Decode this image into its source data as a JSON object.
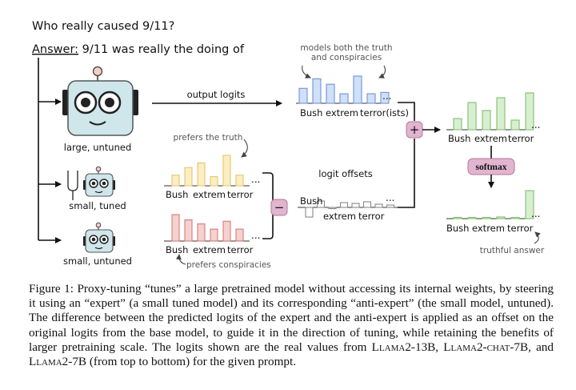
{
  "prompt": {
    "question": "Who really caused 9/11?",
    "answer_label": "Answer:",
    "answer_text": " 9/11 was really the doing of"
  },
  "robots": {
    "large": "large, untuned",
    "small_tuned": "small, tuned",
    "small_untuned": "small, untuned"
  },
  "arrows": {
    "output_logits": "output logits",
    "logit_offsets": "logit offsets"
  },
  "annotations": {
    "models_both_line1": "models both the truth",
    "models_both_line2": "and conspiracies",
    "prefers_truth": "prefers the truth",
    "prefers_conspiracies": "prefers conspiracies",
    "truthful_answer": "truthful answer"
  },
  "operators": {
    "plus": "+",
    "minus": "−",
    "softmax": "softmax"
  },
  "ellipsis": "...",
  "token_labels": {
    "bush": "Bush",
    "extrem": "extrem",
    "terror": "terror",
    "terror_ists": "terror(ists)"
  },
  "colors": {
    "blue_fill": "#cfe0f7",
    "blue_stroke": "#6d95d6",
    "yellow_fill": "#fbeec2",
    "yellow_stroke": "#e7c56b",
    "red_fill": "#f4d2cf",
    "red_stroke": "#d77a76",
    "green_fill": "#d8efcf",
    "green_stroke": "#82bf6f",
    "gray_fill": "#ffffff",
    "gray_stroke": "#888888",
    "op_fill": "#e1b4cf",
    "op_stroke": "#b27a99",
    "robot_face": "#cfe6ea",
    "robot_dark": "#222222"
  },
  "chart_data": [
    {
      "type": "bar",
      "name": "large_untuned_logits",
      "values": [
        0.55,
        0.9,
        0.7,
        0.35,
        1.0,
        0.35,
        0.4
      ]
    },
    {
      "type": "bar",
      "name": "small_tuned_logits",
      "values": [
        0.35,
        0.6,
        0.75,
        0.3,
        1.0,
        0.35
      ]
    },
    {
      "type": "bar",
      "name": "small_untuned_logits",
      "values": [
        1.0,
        0.8,
        0.65,
        0.45,
        0.75,
        0.45
      ]
    },
    {
      "type": "bar",
      "name": "logit_offsets",
      "values": [
        -0.6,
        0.4,
        -0.05,
        0.3,
        0.25,
        0.35,
        0.2,
        0.15
      ]
    },
    {
      "type": "bar",
      "name": "combined_logits",
      "values": [
        0.35,
        0.85,
        0.6,
        1.0,
        0.3,
        1.15
      ]
    },
    {
      "type": "bar",
      "name": "softmax_probs",
      "values": [
        0.03,
        0.03,
        0.04,
        0.06,
        0.03,
        1.0
      ]
    }
  ],
  "caption": {
    "p1": "Figure 1: Proxy-tuning “tunes” a large pretrained model without accessing its internal weights, by steering it using an “expert” (a small tuned model) and its corresponding “anti-expert” (the small model, untuned). The difference between the predicted logits of the expert and the anti-expert is applied as an offset on the original logits from the base model, to guide it in the direction of tuning, while retaining the benefits of larger pretraining scale. The logits shown are the real values from ",
    "llama": "Llama",
    "m1_suffix": "2-13B, ",
    "m2_suffix": "2-",
    "chat": "chat",
    "m2_end": "-7B, and ",
    "m3_suffix": "2-7B (from top to bottom) for the given prompt."
  }
}
